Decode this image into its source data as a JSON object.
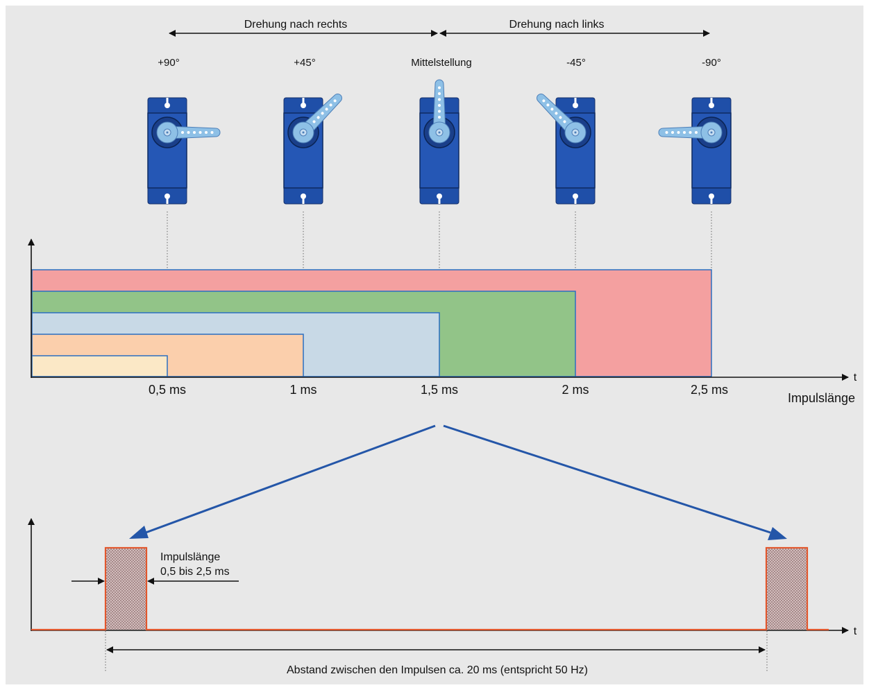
{
  "colors": {
    "background": "#e8e8e8",
    "servo_body": "#1f4fa8",
    "servo_horn": "#8ec0e6",
    "red_bar": "#f4a0a0",
    "green_bar": "#92c488",
    "blue_bar": "#c8d9e6",
    "orange_bar": "#fbcfac",
    "yellow_bar": "#fbe8c6",
    "outline": "#2a6fc0",
    "pulse": "#e2562c",
    "arrow_blue": "#2456a8"
  },
  "top": {
    "right_label": "Drehung nach rechts",
    "left_label": "Drehung nach links"
  },
  "servos": [
    {
      "angle_label": "+90°",
      "horn_angle_deg": 90
    },
    {
      "angle_label": "+45°",
      "horn_angle_deg": 45
    },
    {
      "angle_label": "Mittelstellung",
      "horn_angle_deg": 0
    },
    {
      "angle_label": "-45°",
      "horn_angle_deg": -45
    },
    {
      "angle_label": "-90°",
      "horn_angle_deg": -90
    }
  ],
  "bar_chart": {
    "ticks": [
      "0,5 ms",
      "1 ms",
      "1,5 ms",
      "2 ms",
      "2,5 ms"
    ],
    "t_label": "t",
    "x_label": "Impulslänge"
  },
  "pulse_diagram": {
    "t_label": "t",
    "pulse_label_line1": "Impulslänge",
    "pulse_label_line2": "0,5 bis 2,5 ms",
    "spacing_label": "Abstand zwischen den Impulsen ca. 20 ms (entspricht 50 Hz)"
  }
}
